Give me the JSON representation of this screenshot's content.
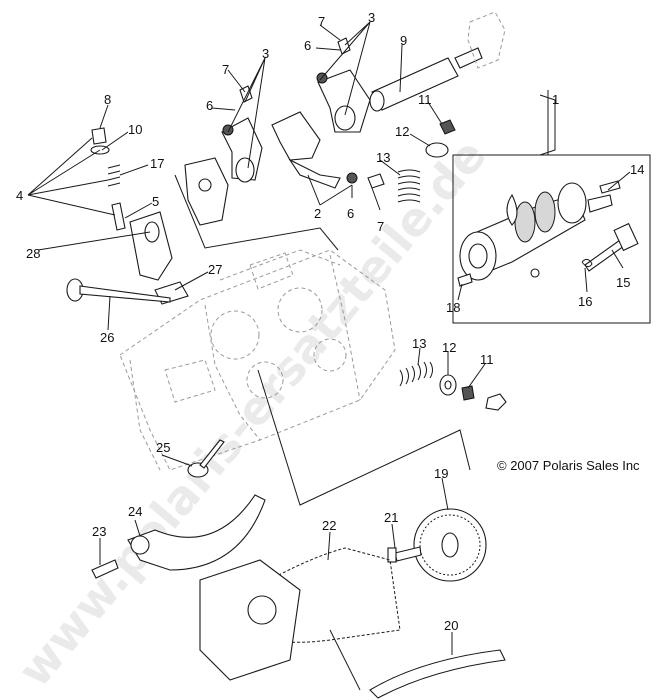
{
  "copyright": "© 2007 Polaris Sales Inc",
  "watermark": "www.polaris-ersatzteile.de",
  "callouts": [
    "1",
    "2",
    "3",
    "3",
    "3",
    "4",
    "5",
    "6",
    "6",
    "6",
    "7",
    "7",
    "7",
    "8",
    "9",
    "10",
    "11",
    "11",
    "12",
    "12",
    "13",
    "13",
    "14",
    "15",
    "16",
    "17",
    "18",
    "19",
    "20",
    "21",
    "22",
    "23",
    "24",
    "25",
    "26",
    "27",
    "28"
  ],
  "colors": {
    "line": "#1a1a1a",
    "watermark": "#d9d9d9",
    "background": "#ffffff"
  }
}
